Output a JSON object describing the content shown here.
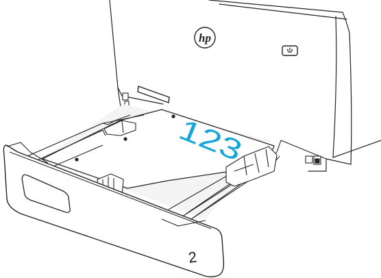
{
  "illustration": {
    "subject": "printer-paper-tray-open",
    "brand_logo_text": "hp",
    "tray_number": "2",
    "paper_label": "123",
    "colors": {
      "line": "#222222",
      "label_accent": "#17a6d6",
      "paper": "#ffffff",
      "shadow": "#e9e9e9"
    }
  }
}
